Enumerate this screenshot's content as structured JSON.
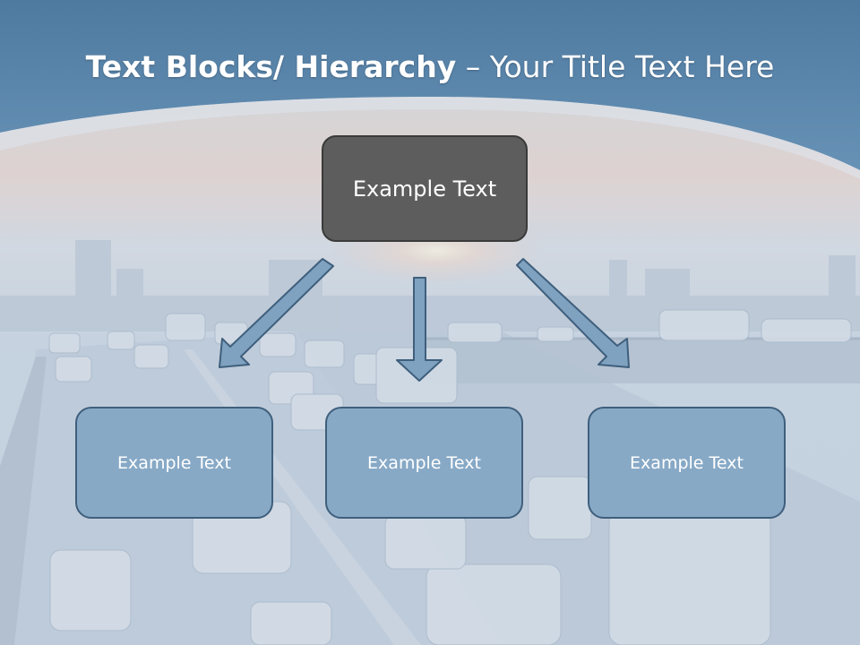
{
  "title": {
    "bold": "Text Blocks/ Hierarchy",
    "rest": " – Your Title Text Here"
  },
  "diagram": {
    "top": "Example Text",
    "children": [
      "Example Text",
      "Example Text",
      "Example Text"
    ]
  },
  "colors": {
    "header_band": "#5b87ab",
    "top_box": "#5d5d5d",
    "child_box": "#87a9c6",
    "arrow_fill": "#7fa2c0",
    "arrow_stroke": "#3f5f7c"
  }
}
